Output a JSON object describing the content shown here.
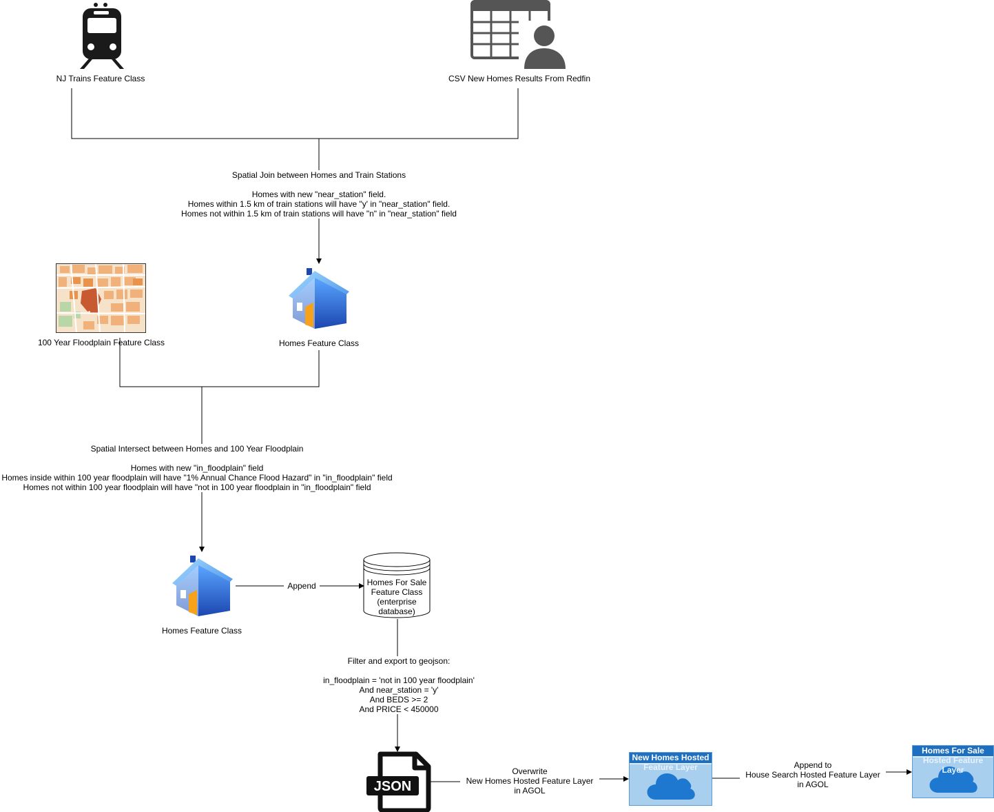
{
  "nodes": {
    "nj_trains": "NJ Trains Feature Class",
    "csv_redfin": "CSV New Homes Results From Redfin",
    "floodplain": "100 Year Floodplain Feature Class",
    "homes_fc_1": "Homes Feature Class",
    "homes_fc_2": "Homes Feature Class",
    "homes_for_sale_db": [
      "Homes For Sale",
      "Feature Class",
      "(enterprise",
      "database)"
    ],
    "json_icon_text": "JSON",
    "new_homes_hosted": [
      "New Homes Hosted",
      "Feature Layer"
    ],
    "homes_for_sale_hosted": [
      "Homes For Sale",
      "Hosted Feature Layer"
    ]
  },
  "edges": {
    "spatial_join": [
      "Spatial Join between Homes and Train Stations",
      "",
      "Homes with new \"near_station\" field.",
      "Homes within 1.5 km of train stations will have \"y' in \"near_station\" field.",
      "Homes not within 1.5 km of train stations will have \"n\" in \"near_station\" field"
    ],
    "spatial_intersect": [
      "Spatial Intersect between Homes and 100 Year Floodplain",
      "",
      "Homes with new \"in_floodplain\" field",
      "Homes inside within 100 year floodplain will have \"1% Annual Chance Flood Hazard\" in \"in_floodplain\" field",
      "Homes not within 100 year floodplain will have \"not in 100 year floodplain in \"in_floodplain\" field"
    ],
    "append": "Append",
    "filter_export": [
      "Filter and export to geojson:",
      "",
      "in_floodplain = 'not in 100 year floodplain'",
      "And near_station = 'y'",
      "And BEDS >= 2",
      "And PRICE < 450000"
    ],
    "overwrite": [
      "Overwrite",
      "New Homes Hosted Feature Layer",
      "in AGOL"
    ],
    "append_to": [
      "Append to",
      "House Search Hosted Feature Layer",
      "in AGOL"
    ]
  },
  "icons": {
    "train": "train-icon",
    "csv": "table-user-icon",
    "map": "map-icon",
    "house": "house-icon",
    "database": "database-cylinder-icon",
    "json": "json-file-icon",
    "cloud": "cloud-icon"
  }
}
